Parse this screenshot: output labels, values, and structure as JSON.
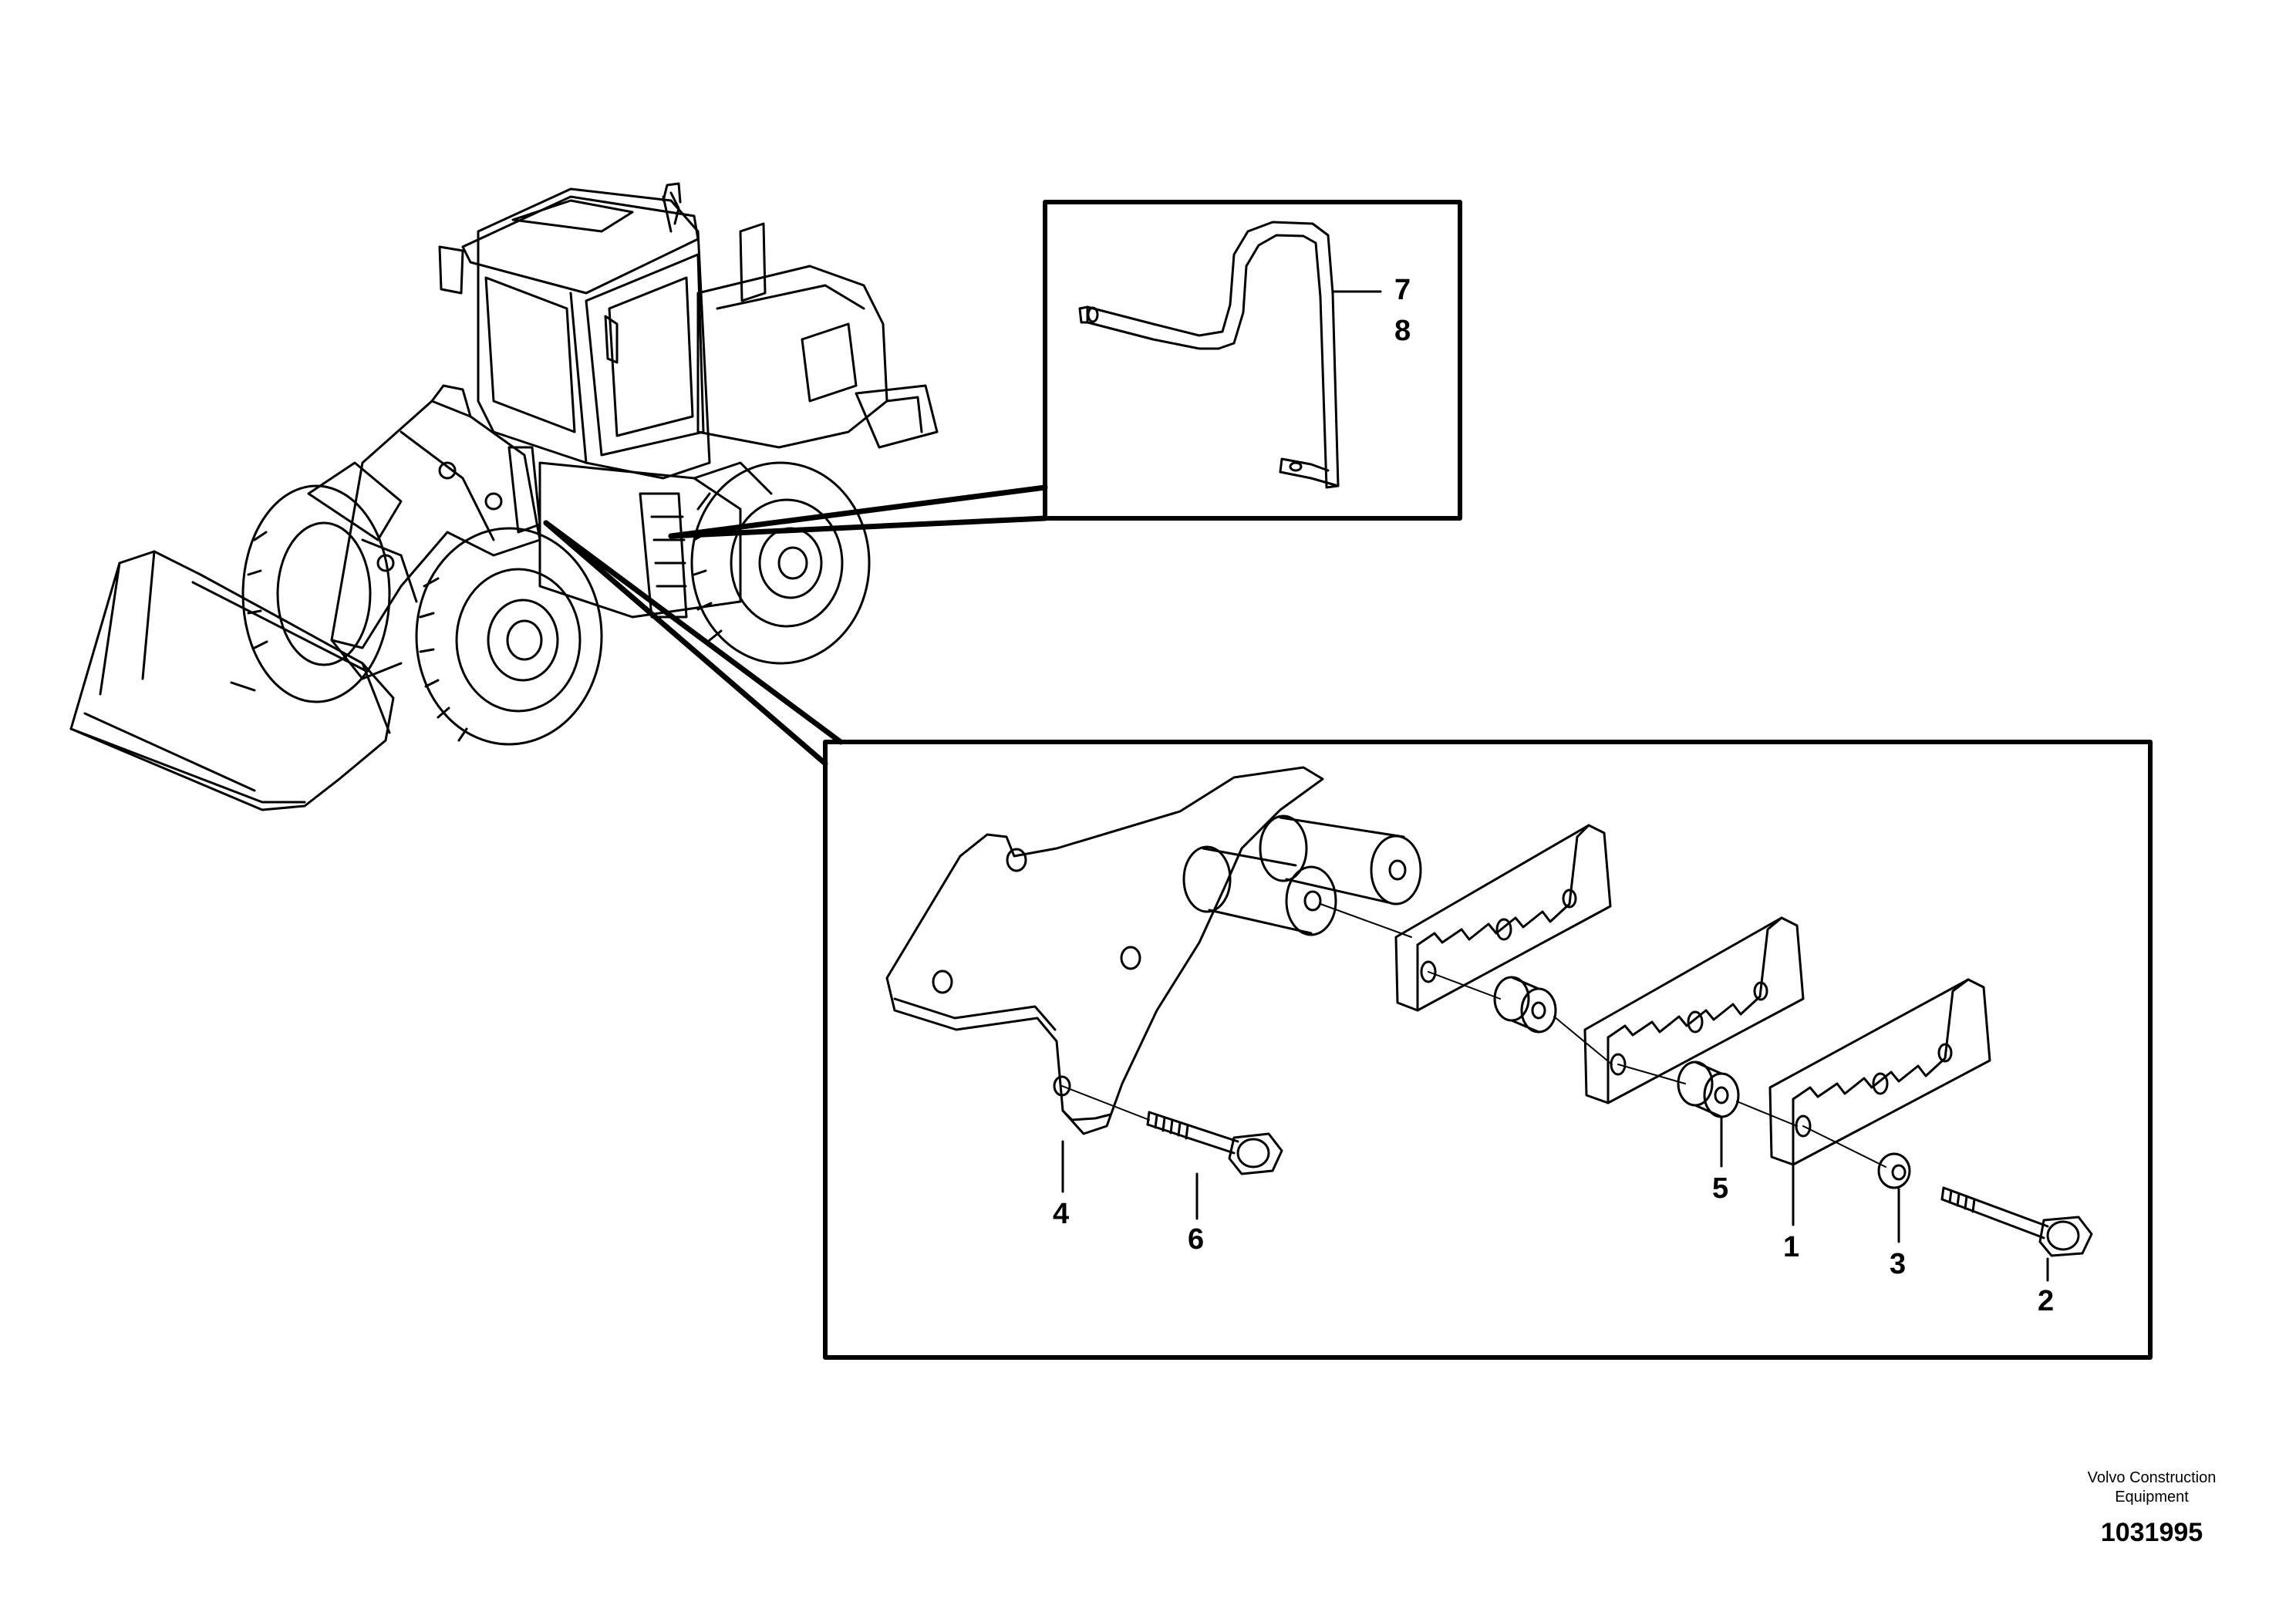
{
  "callouts": {
    "c1": "1",
    "c2": "2",
    "c3": "3",
    "c4": "4",
    "c5": "5",
    "c6": "6",
    "c7": "7",
    "c8": "8"
  },
  "footer": {
    "company_line1": "Volvo Construction",
    "company_line2": "Equipment",
    "drawing_number": "1031995"
  }
}
